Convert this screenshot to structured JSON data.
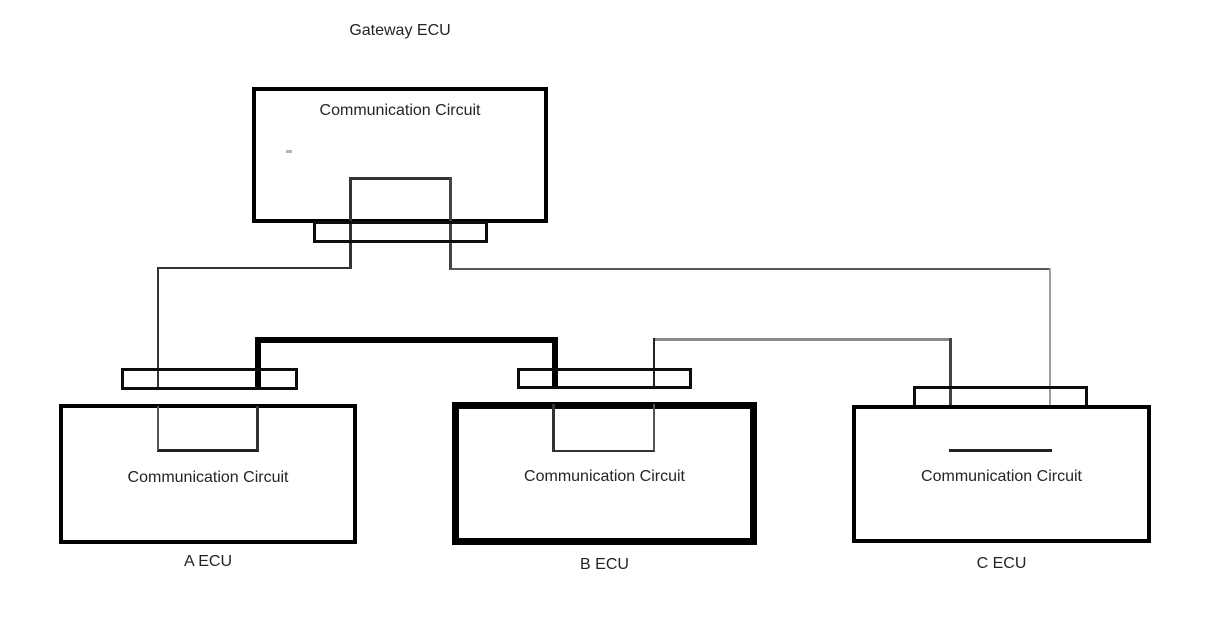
{
  "diagram": {
    "gateway": {
      "label": "Gateway ECU",
      "circuit": "Communication Circuit"
    },
    "ecus": [
      {
        "name": "A ECU",
        "circuit": "Communication Circuit",
        "emphasized": false
      },
      {
        "name": "B ECU",
        "circuit": "Communication Circuit",
        "emphasized": true
      },
      {
        "name": "C ECU",
        "circuit": "Communication Circuit",
        "emphasized": false
      }
    ],
    "colors": {
      "background": "#ffffff",
      "box_border": "#000000",
      "bus_thick": "#000000",
      "wire_dark": "#333333",
      "wire_medium": "#555555",
      "wire_gray": "#8a8a8a",
      "wire_light": "#9e9e9e",
      "text": "#242424"
    }
  }
}
